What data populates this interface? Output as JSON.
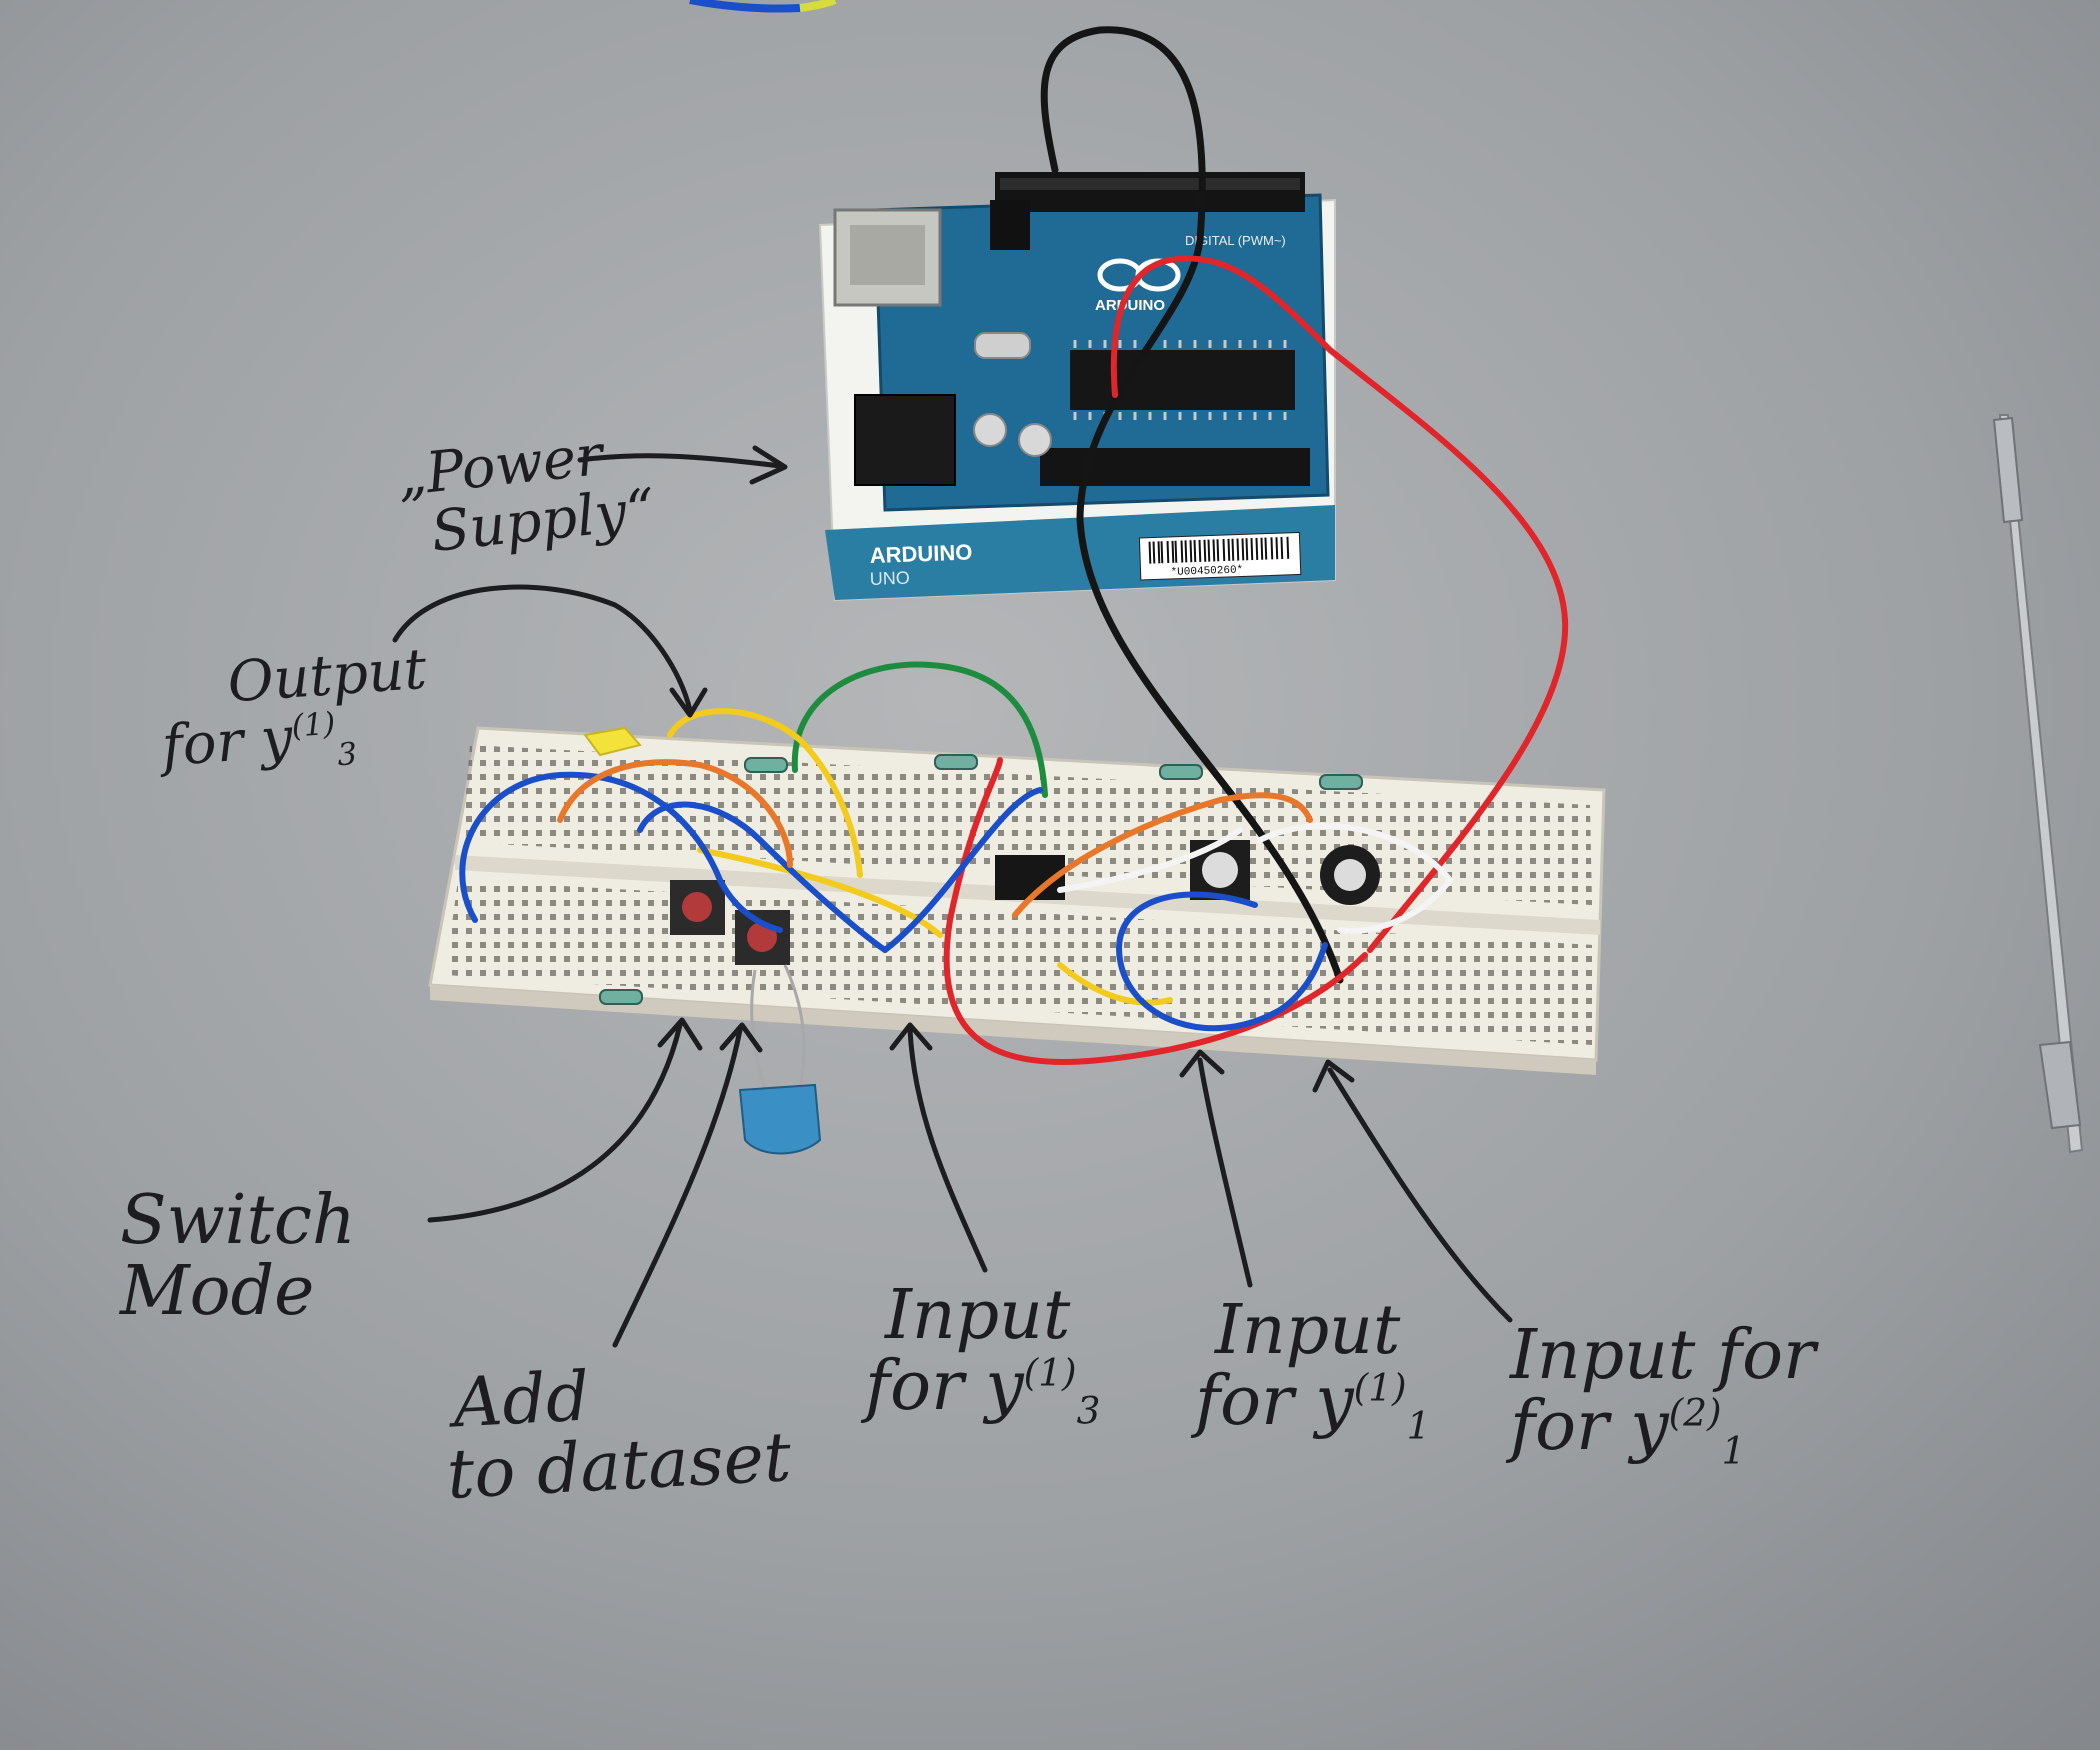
{
  "board": {
    "brand": "ARDUINO",
    "model": "UNO",
    "serial": "*U00450260*",
    "logo_text": "ARDUINO",
    "header_label": "DIGITAL (PWM~)"
  },
  "annotations": {
    "power_supply": {
      "line1": "„Power",
      "line2": "Supply“"
    },
    "output": {
      "line1": "Output",
      "line2_prefix": "for y",
      "sup": "(1)",
      "sub": "3"
    },
    "switch_mode": {
      "line1": "Switch",
      "line2": "Mode"
    },
    "add_dataset": {
      "line1": "Add",
      "line2": "to dataset"
    },
    "input_y13": {
      "line1": "Input",
      "line2_prefix": "for y",
      "sup": "(1)",
      "sub": "3"
    },
    "input_y11": {
      "line1": "Input",
      "line2_prefix": "for y",
      "sup": "(1)",
      "sub": "1"
    },
    "input_y21": {
      "line1": "Input for",
      "line2_prefix": "for y",
      "sup": "(2)",
      "sub": "1"
    }
  },
  "colors": {
    "table": "#9c9fa2",
    "breadboard": "#efece2",
    "pcb": "#1f6b95",
    "box": "#2a7ea3",
    "wire_red": "#e0262b",
    "wire_black": "#151515",
    "wire_blue": "#1b4fc9",
    "wire_green": "#1e8c3e",
    "wire_yellow": "#f2cb1d",
    "wire_orange": "#e8772a",
    "wire_white": "#f4f4f4",
    "ink": "#1d1d1f"
  }
}
